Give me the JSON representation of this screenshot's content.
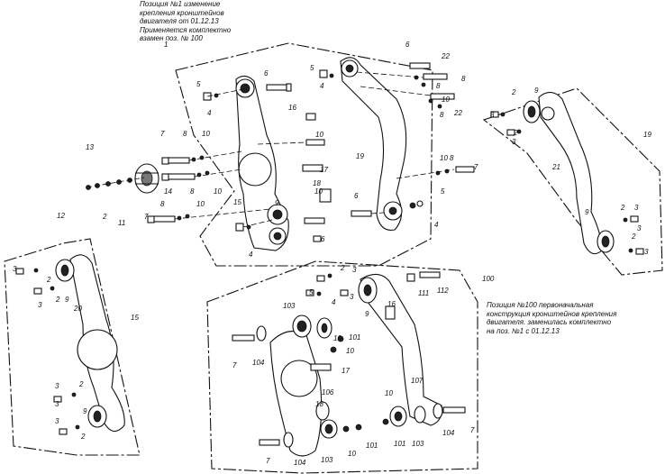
{
  "notes": {
    "top": "Позиция №1 изменение\nкрепления кронштейнов\nдвигателя от 01.12.13\nПрименяется комплектно\nвзамен поз. № 100",
    "right": "Позиция №100 первоначальная\nконструкция кронштейнов крепления\nдвигателя. заменилась комплектно\nна поз. №1 с 01.12.13"
  },
  "part_numbers": {
    "main": [
      "1",
      "5",
      "4",
      "6",
      "5",
      "4",
      "6",
      "22",
      "8",
      "8",
      "22",
      "16",
      "10",
      "8",
      "10",
      "19",
      "10",
      "10",
      "8",
      "7",
      "5",
      "4",
      "6",
      "4",
      "6",
      "7",
      "8",
      "10",
      "13",
      "14",
      "8",
      "10",
      "7",
      "8",
      "10",
      "12",
      "2",
      "11",
      "15",
      "17",
      "18",
      "9"
    ],
    "right_panel": [
      "3",
      "2",
      "9",
      "3",
      "2",
      "19",
      "21",
      "9",
      "2",
      "3",
      "3",
      "2",
      "3"
    ],
    "left_panel": [
      "3",
      "2",
      "3",
      "2",
      "9",
      "20",
      "15",
      "3",
      "2",
      "3",
      "9",
      "3",
      "2"
    ],
    "bottom": [
      "100",
      "2",
      "3",
      "5",
      "4",
      "3",
      "9",
      "16",
      "111",
      "112",
      "7",
      "103",
      "10",
      "101",
      "104",
      "10",
      "17",
      "106",
      "18",
      "107",
      "10",
      "101",
      "103",
      "104",
      "7",
      "7",
      "104",
      "103",
      "10",
      "101"
    ]
  }
}
